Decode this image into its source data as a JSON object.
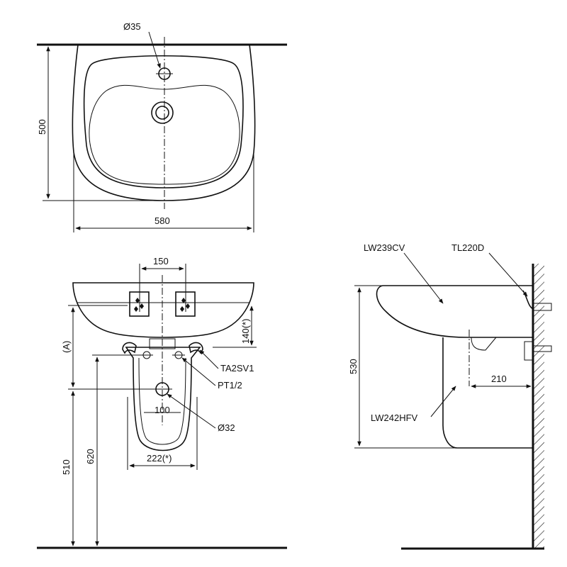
{
  "top_view": {
    "hole_diameter": "Ø35",
    "depth": "500",
    "width": "580"
  },
  "front_view": {
    "tap_spacing": "150",
    "overflow_height": "140(*)",
    "basin_height_marker": "(A)",
    "bracket_label": "TA2SV1",
    "thread_label": "PT1/2",
    "waste_spacing": "100",
    "waste_diameter": "Ø32",
    "pedestal_width": "222(*)",
    "height_inlet": "510",
    "height_rim": "620"
  },
  "side_view": {
    "basin_model": "LW239CV",
    "trap_model": "TL220D",
    "pedestal_model": "LW242HFV",
    "total_height": "530",
    "wall_offset": "210"
  }
}
